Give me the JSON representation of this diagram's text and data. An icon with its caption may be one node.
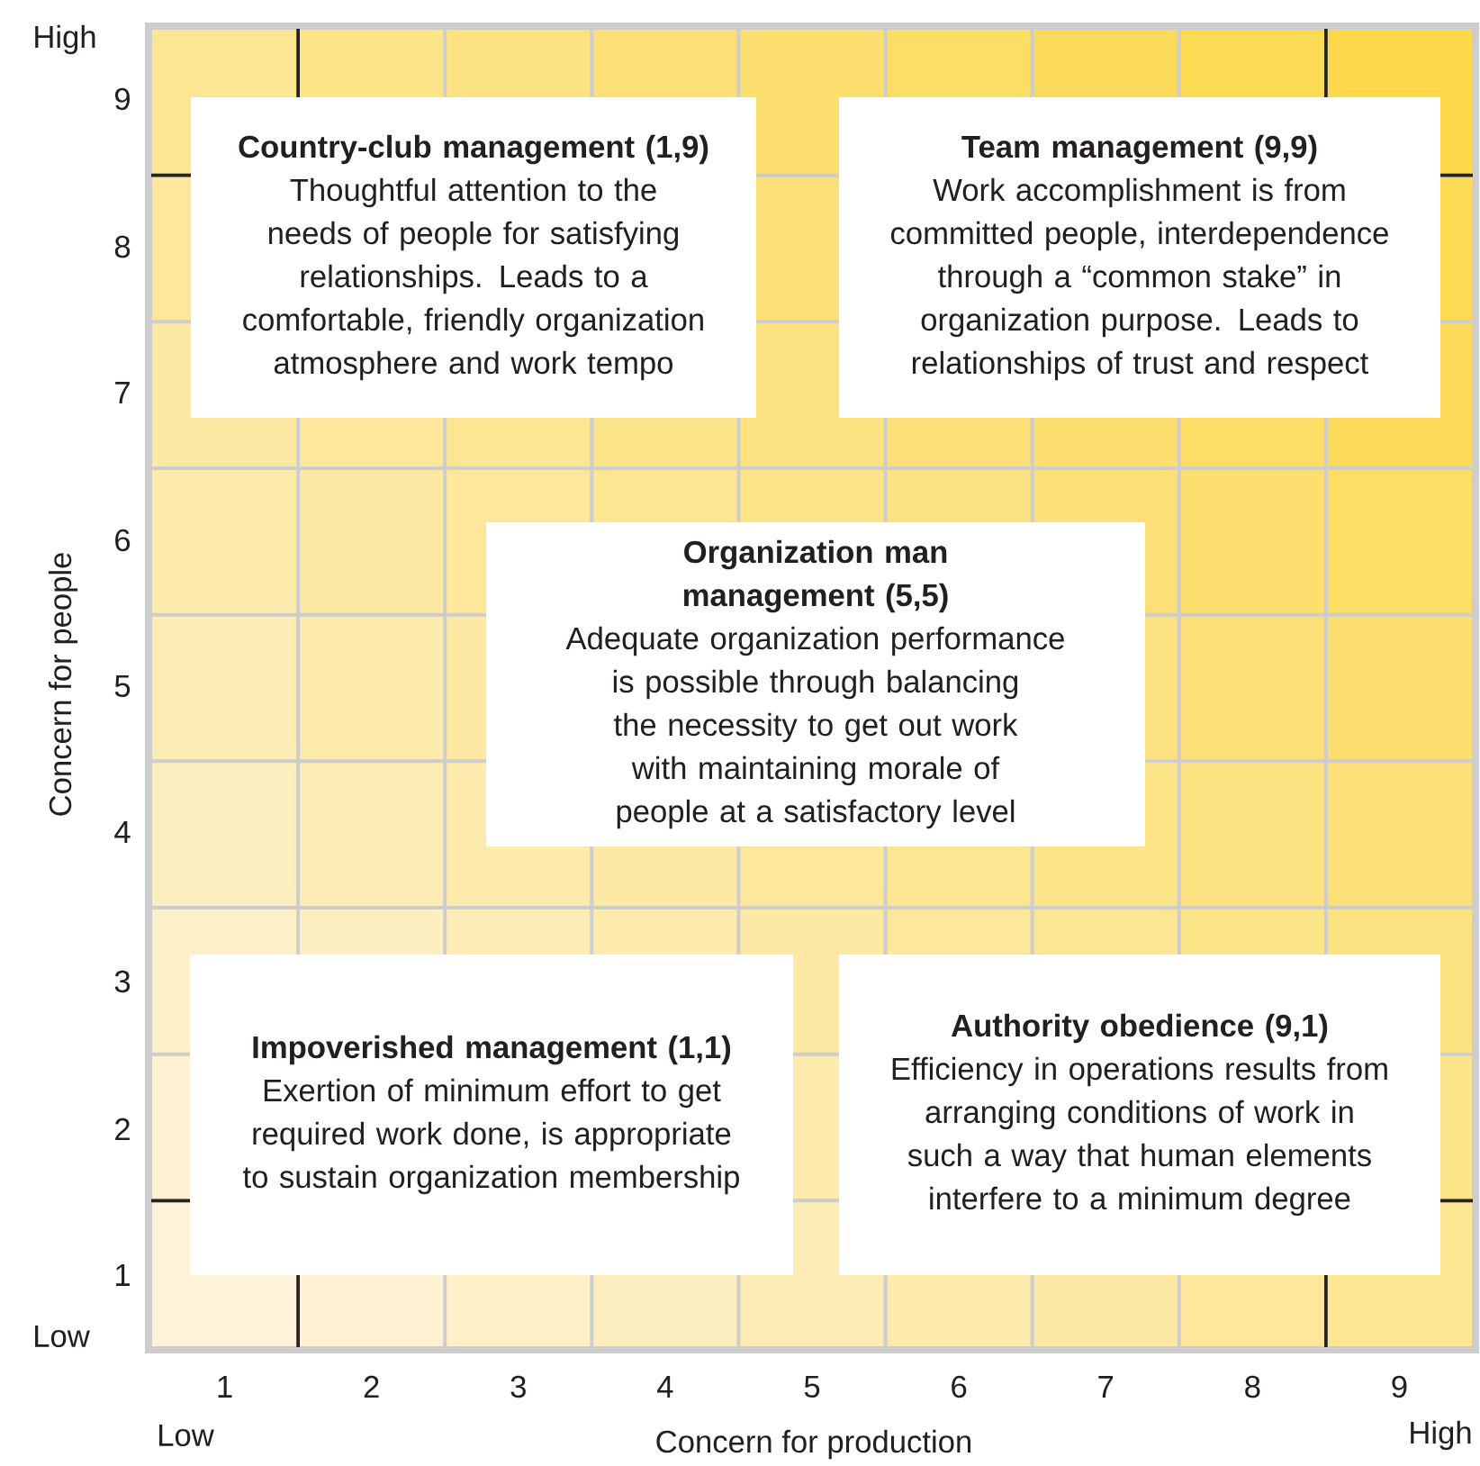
{
  "diagram": {
    "nodes": [
      {
        "text": [
          "Country-club management (1,9)",
          "Thoughtful attention to the needs of people for satisfying relationships. Leads to a comfortable, friendly organization atmosphere and work tempo"
        ]
      },
      {
        "text": [
          "Team management (9,9)",
          "Work accomplishment is from committed people, interdependence through a “common stake” in organization purpose. Leads to relationships of trust and respect"
        ]
      },
      {
        "text": [
          "Organization man management (5,5)",
          "Adequate organization performance is possible through balancing the necessity to get out work with maintaining morale of people at a satisfactory level"
        ]
      },
      {
        "text": [
          "Impoverished management (1,1)",
          "Exertion of minimum effort to get required work done, is appropriate to sustain organization membership"
        ]
      },
      {
        "text": [
          "Authority obedience (9,1)",
          "Efficiency in operations results from arranging conditions of work in such a way that human elements interfere to a minimum degree"
        ]
      }
    ],
    "labels": [
      "High",
      "9",
      "8",
      "7",
      "6",
      "5",
      "4",
      "3",
      "2",
      "1",
      "Low",
      "Concern for people",
      "1",
      "2",
      "3",
      "4",
      "5",
      "6",
      "7",
      "8",
      "9",
      "Low",
      "Concern for production",
      "High"
    ]
  }
}
